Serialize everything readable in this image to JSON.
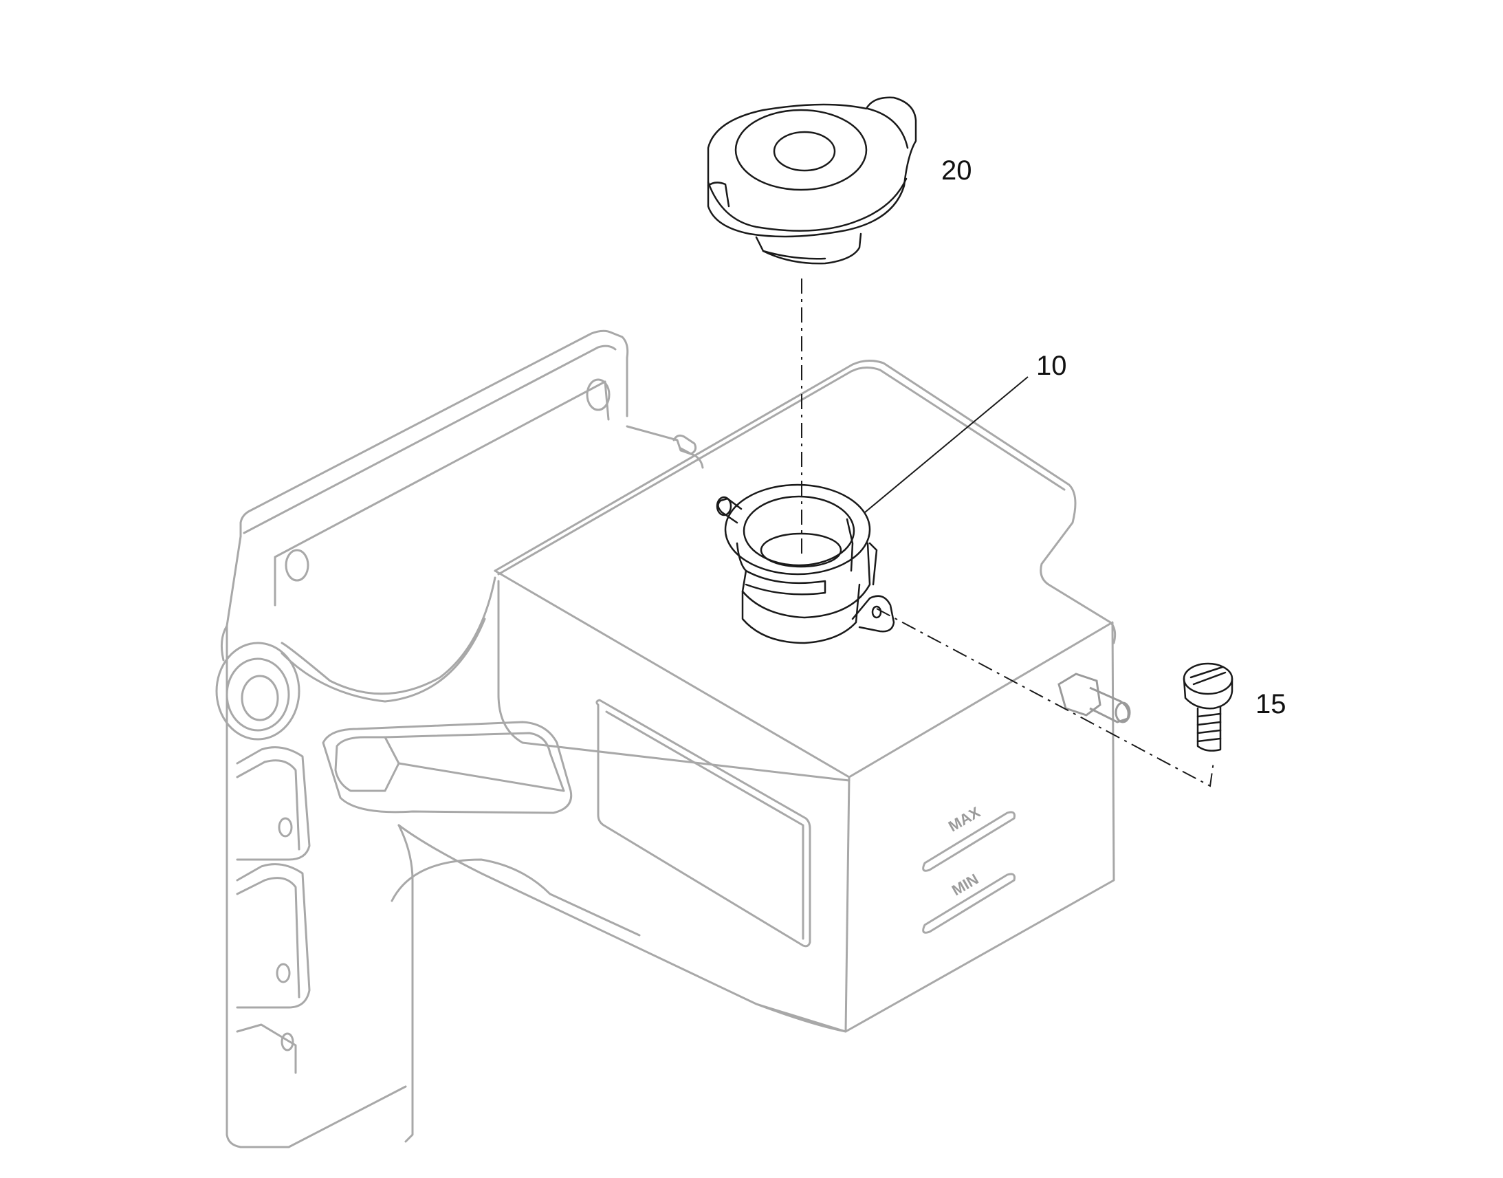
{
  "callouts": {
    "cap": "20",
    "neck": "10",
    "screw": "15"
  },
  "gauge": {
    "max_label": "MAX",
    "min_label": "MIN"
  },
  "colors": {
    "tank_line": "#a8a8a8",
    "part_line": "#1a1a1a",
    "label": "#111111"
  }
}
